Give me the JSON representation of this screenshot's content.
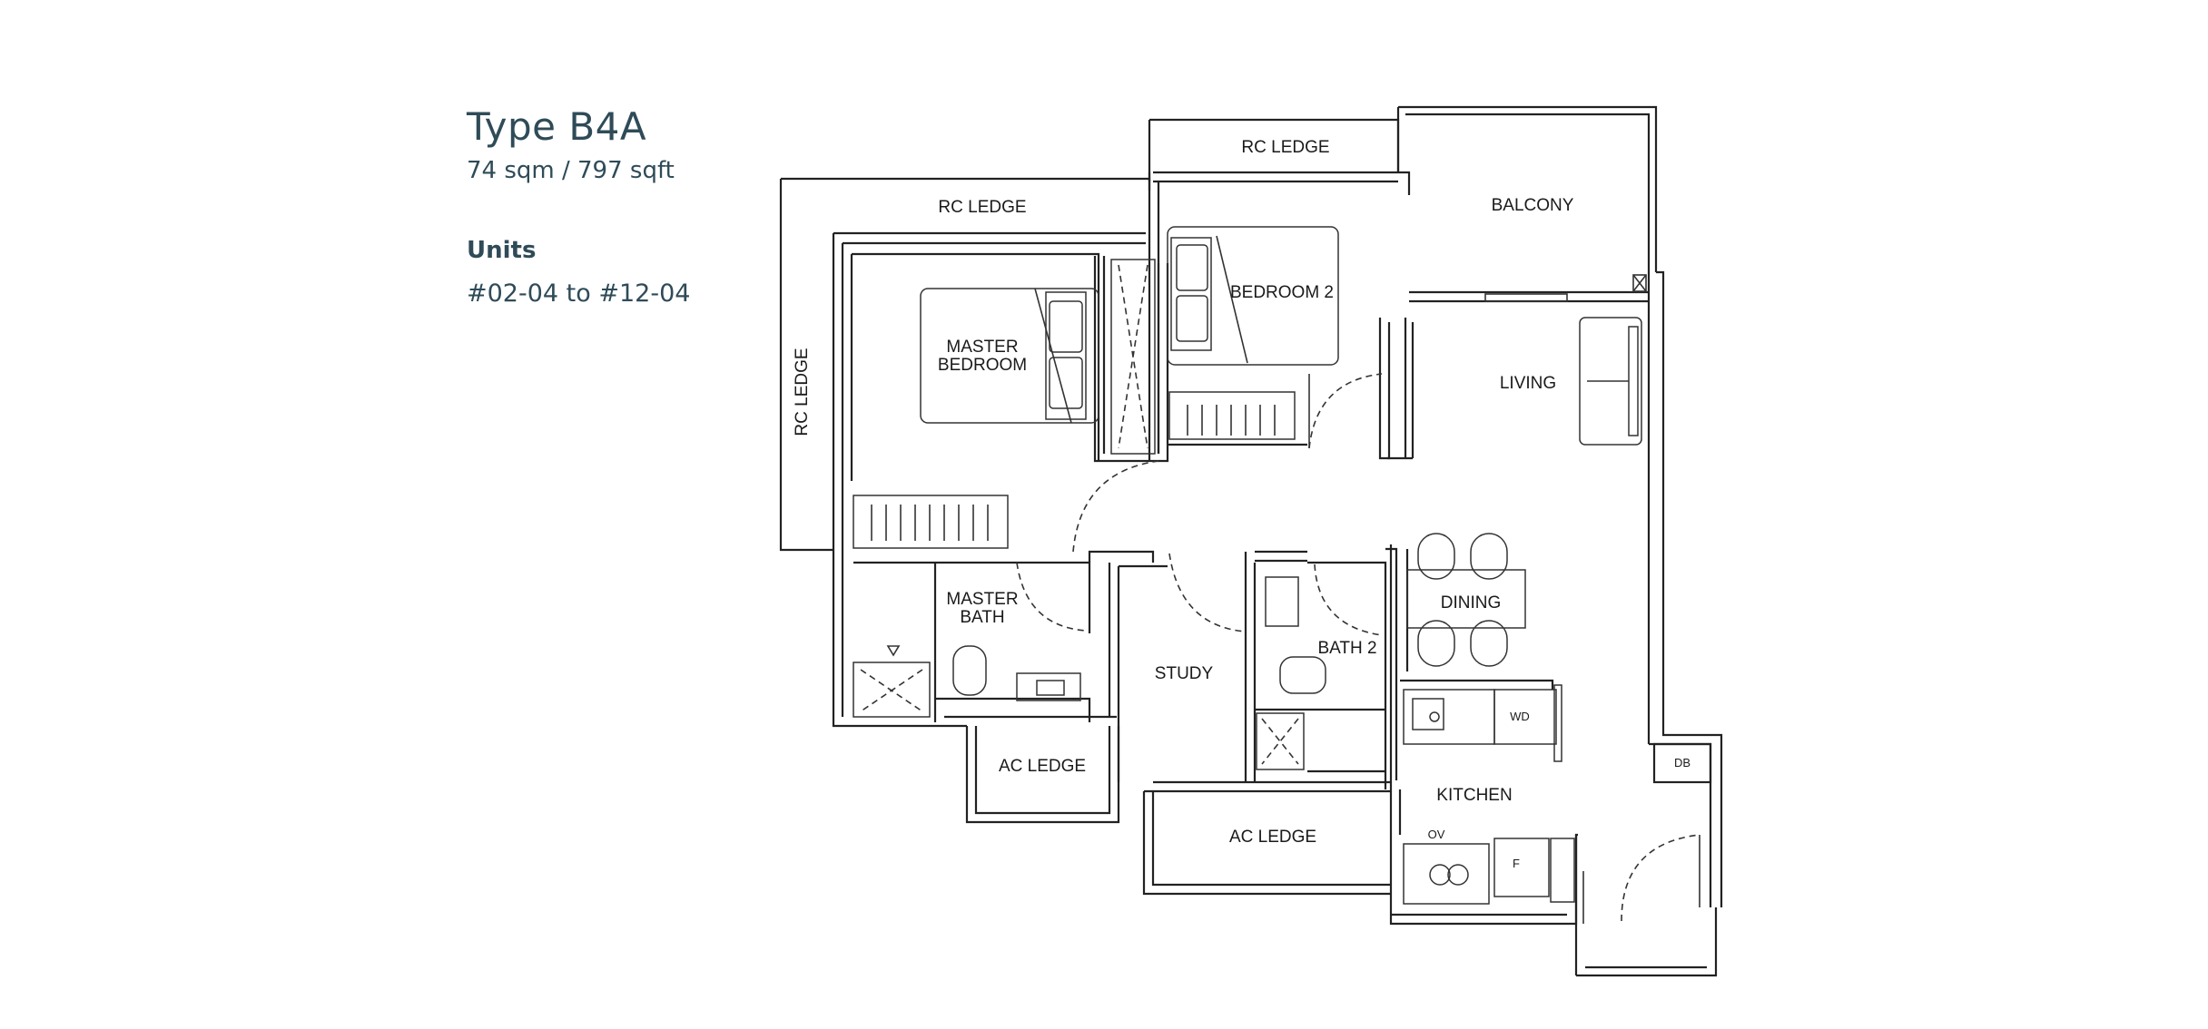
{
  "unit": {
    "type_label": "Type B4A",
    "size": "74 sqm / 797 sqft",
    "units_heading": "Units",
    "units_range": "#02-04 to #12-04"
  },
  "rooms": {
    "rc_ledge_top": "RC LEDGE",
    "rc_ledge_upper": "RC LEDGE",
    "rc_ledge_side": "RC LEDGE",
    "balcony": "BALCONY",
    "bedroom2": "BEDROOM 2",
    "master_bedroom_1": "MASTER",
    "master_bedroom_2": "BEDROOM",
    "living": "LIVING",
    "master_bath_1": "MASTER",
    "master_bath_2": "BATH",
    "study": "STUDY",
    "bath2": "BATH 2",
    "dining": "DINING",
    "kitchen": "KITCHEN",
    "ac_ledge_left": "AC LEDGE",
    "ac_ledge_bottom": "AC LEDGE",
    "wd": "WD",
    "db": "DB",
    "ov": "OV",
    "f": "F"
  }
}
